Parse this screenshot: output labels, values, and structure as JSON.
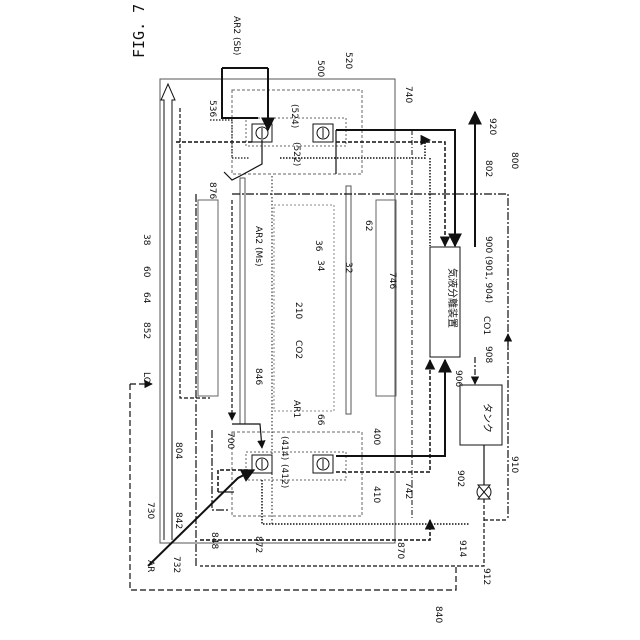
{
  "figure_title": "FIG. 7",
  "separator_label": "気液分離装置",
  "tank_label": "タンク",
  "labels": {
    "l500": "500",
    "l520": "520",
    "l536": "536",
    "l524": "(524)",
    "l522": "(522)",
    "l740": "740",
    "l920": "920",
    "l802": "802",
    "l800": "800",
    "ar2sb": "AR2 (Sb)",
    "l876": "876",
    "ar2ms": "AR2 (Ms)",
    "l62": "62",
    "l36": "36",
    "l34": "34",
    "l32": "32",
    "l746": "746",
    "l900": "900 (901, 904)",
    "l38": "38",
    "l60": "60",
    "l64": "64",
    "l852": "852",
    "l210": "210",
    "co2": "CO2",
    "co1": "CO1",
    "l908": "908",
    "l906": "906",
    "lo": "LO",
    "l846": "846",
    "ar1": "AR1",
    "l66": "66",
    "l400": "400",
    "l804": "804",
    "l700": "700",
    "l412": "(412)",
    "l414": "(414)",
    "l410": "410",
    "l742": "742",
    "l902": "902",
    "l910": "910",
    "l730": "730",
    "l842": "842",
    "l848": "848",
    "ar": "AR",
    "l732": "732",
    "l872": "872",
    "l870": "870",
    "l914": "914",
    "l912": "912",
    "l840": "840"
  }
}
